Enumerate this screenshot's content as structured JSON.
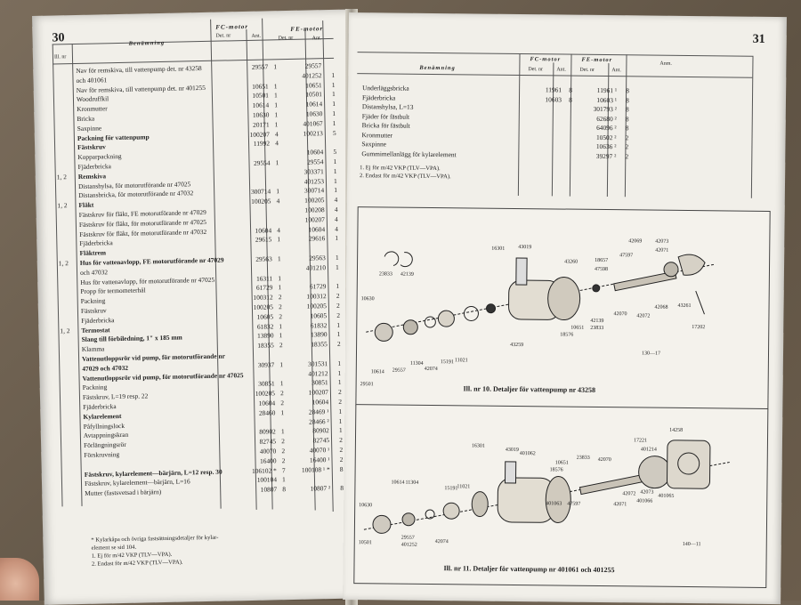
{
  "left_page": {
    "page_number": "30",
    "column_headers": {
      "ill_nr": "Ill. nr",
      "benamning": "Benämning",
      "fc_motor": "FC-motor",
      "fe_motor": "FE-motor",
      "det_nr": "Det. nr",
      "ant": "Ant."
    },
    "rows": [
      {
        "ill": "",
        "name": "Nav för remskiva, till vattenpump det. nr 43258",
        "bold": false,
        "fc_nr": "29557",
        "fc_ant": "1",
        "fe_nr": "29557",
        "fe_ant": ""
      },
      {
        "ill": "",
        "name": "och 401061",
        "bold": false,
        "fc_nr": "",
        "fc_ant": "",
        "fe_nr": "401252",
        "fe_ant": "1"
      },
      {
        "ill": "",
        "name": "Nav för remskiva, till vattenpump det. nr 401255",
        "bold": false,
        "fc_nr": "10651",
        "fc_ant": "1",
        "fe_nr": "10651",
        "fe_ant": "1"
      },
      {
        "ill": "",
        "name": "Woodruffkil",
        "bold": false,
        "fc_nr": "10501",
        "fc_ant": "1",
        "fe_nr": "10501",
        "fe_ant": "1"
      },
      {
        "ill": "",
        "name": "Kronmutter",
        "bold": false,
        "fc_nr": "10614",
        "fc_ant": "1",
        "fe_nr": "10614",
        "fe_ant": "1"
      },
      {
        "ill": "",
        "name": "Bricka",
        "bold": false,
        "fc_nr": "10630",
        "fc_ant": "1",
        "fe_nr": "10630",
        "fe_ant": "1"
      },
      {
        "ill": "",
        "name": "Saxpinne",
        "bold": false,
        "fc_nr": "20171",
        "fc_ant": "1",
        "fe_nr": "401067",
        "fe_ant": "1"
      },
      {
        "ill": "",
        "name": "Packning för vattenpump",
        "bold": true,
        "fc_nr": "100207",
        "fc_ant": "4",
        "fe_nr": "100213",
        "fe_ant": "5"
      },
      {
        "ill": "",
        "name": "Fästskruv",
        "bold": true,
        "fc_nr": "11992",
        "fc_ant": "4",
        "fe_nr": "",
        "fe_ant": ""
      },
      {
        "ill": "",
        "name": "Kopparpackning",
        "bold": false,
        "fc_nr": "",
        "fc_ant": "",
        "fe_nr": "10604",
        "fe_ant": "5"
      },
      {
        "ill": "",
        "name": "Fjäderbricka",
        "bold": false,
        "fc_nr": "29554",
        "fc_ant": "1",
        "fe_nr": "29554",
        "fe_ant": "1"
      },
      {
        "ill": "1, 2",
        "name": "Remskiva",
        "bold": true,
        "fc_nr": "",
        "fc_ant": "",
        "fe_nr": "303371",
        "fe_ant": "1"
      },
      {
        "ill": "",
        "name": "Distanshylsa, för motorutförande nr 47025",
        "bold": false,
        "fc_nr": "",
        "fc_ant": "",
        "fe_nr": "401253",
        "fe_ant": "1"
      },
      {
        "ill": "",
        "name": "Distansbricka, för motorutförande nr 47032",
        "bold": false,
        "fc_nr": "300714",
        "fc_ant": "1",
        "fe_nr": "300714",
        "fe_ant": "1"
      },
      {
        "ill": "1, 2",
        "name": "Fläkt",
        "bold": true,
        "fc_nr": "100205",
        "fc_ant": "4",
        "fe_nr": "100205",
        "fe_ant": "4"
      },
      {
        "ill": "",
        "name": "Fästskruv för fläkt, FE motorutförande nr 47029",
        "bold": false,
        "fc_nr": "",
        "fc_ant": "",
        "fe_nr": "100208",
        "fe_ant": "4"
      },
      {
        "ill": "",
        "name": "Fästskruv för fläkt, för motorutförande nr 47025",
        "bold": false,
        "fc_nr": "",
        "fc_ant": "",
        "fe_nr": "100207",
        "fe_ant": "4"
      },
      {
        "ill": "",
        "name": "Fästskruv för fläkt, för motorutförande nr 47032",
        "bold": false,
        "fc_nr": "10604",
        "fc_ant": "4",
        "fe_nr": "10604",
        "fe_ant": "4"
      },
      {
        "ill": "",
        "name": "Fjäderbricka",
        "bold": false,
        "fc_nr": "29615",
        "fc_ant": "1",
        "fe_nr": "29616",
        "fe_ant": "1"
      },
      {
        "ill": "",
        "name": "Fläktrem",
        "bold": true,
        "fc_nr": "",
        "fc_ant": "",
        "fe_nr": "",
        "fe_ant": ""
      },
      {
        "ill": "1, 2",
        "name": "Hus för vattenavlopp, FE motorutförande nr 47029",
        "bold": true,
        "fc_nr": "29563",
        "fc_ant": "1",
        "fe_nr": "29563",
        "fe_ant": "1"
      },
      {
        "ill": "",
        "name": "och 47032",
        "bold": false,
        "fc_nr": "",
        "fc_ant": "",
        "fe_nr": "401210",
        "fe_ant": "1"
      },
      {
        "ill": "",
        "name": "Hus för vattenavlopp, för motorutförande nr 47025",
        "bold": false,
        "fc_nr": "16311",
        "fc_ant": "1",
        "fe_nr": "",
        "fe_ant": ""
      },
      {
        "ill": "",
        "name": "Propp för termometerhål",
        "bold": false,
        "fc_nr": "61729",
        "fc_ant": "1",
        "fe_nr": "61729",
        "fe_ant": "1"
      },
      {
        "ill": "",
        "name": "Packning",
        "bold": false,
        "fc_nr": "100312",
        "fc_ant": "2",
        "fe_nr": "100312",
        "fe_ant": "2"
      },
      {
        "ill": "",
        "name": "Fästskruv",
        "bold": false,
        "fc_nr": "100205",
        "fc_ant": "2",
        "fe_nr": "100205",
        "fe_ant": "2"
      },
      {
        "ill": "",
        "name": "Fjäderbricka",
        "bold": false,
        "fc_nr": "10605",
        "fc_ant": "2",
        "fe_nr": "10605",
        "fe_ant": "2"
      },
      {
        "ill": "1, 2",
        "name": "Termostat",
        "bold": true,
        "fc_nr": "61832",
        "fc_ant": "1",
        "fe_nr": "61832",
        "fe_ant": "1"
      },
      {
        "ill": "",
        "name": "Slang till förbiledning, 1\" x 185 mm",
        "bold": true,
        "fc_nr": "13890",
        "fc_ant": "1",
        "fe_nr": "13890",
        "fe_ant": "1"
      },
      {
        "ill": "",
        "name": "Klamma",
        "bold": false,
        "fc_nr": "18355",
        "fc_ant": "2",
        "fe_nr": "18355",
        "fe_ant": "2"
      },
      {
        "ill": "",
        "name": "Vattenutloppsrör vid pump, för motorutförande nr",
        "bold": true,
        "fc_nr": "",
        "fc_ant": "",
        "fe_nr": "",
        "fe_ant": ""
      },
      {
        "ill": "",
        "name": "47029 och 47032",
        "bold": true,
        "fc_nr": "30937",
        "fc_ant": "1",
        "fe_nr": "301531",
        "fe_ant": "1"
      },
      {
        "ill": "",
        "name": "Vattenutloppsrör vid pump, för motorutförande nr 47025",
        "bold": true,
        "fc_nr": "",
        "fc_ant": "",
        "fe_nr": "401212",
        "fe_ant": "1"
      },
      {
        "ill": "",
        "name": "Packning",
        "bold": false,
        "fc_nr": "30851",
        "fc_ant": "1",
        "fe_nr": "30851",
        "fe_ant": "1"
      },
      {
        "ill": "",
        "name": "Fästskruv, L=19 resp. 22",
        "bold": false,
        "fc_nr": "100205",
        "fc_ant": "2",
        "fe_nr": "100207",
        "fe_ant": "2"
      },
      {
        "ill": "",
        "name": "Fjäderbricka",
        "bold": false,
        "fc_nr": "10604",
        "fc_ant": "2",
        "fe_nr": "10604",
        "fe_ant": "2"
      },
      {
        "ill": "",
        "name": "Kylarelement",
        "bold": true,
        "fc_nr": "28460",
        "fc_ant": "1",
        "fe_nr": "28469 ¹",
        "fe_ant": "1"
      },
      {
        "ill": "",
        "name": "Påfyllningslock",
        "bold": false,
        "fc_nr": "",
        "fc_ant": "",
        "fe_nr": "28466 ²",
        "fe_ant": "1"
      },
      {
        "ill": "",
        "name": "Avtappningskran",
        "bold": false,
        "fc_nr": "80902",
        "fc_ant": "1",
        "fe_nr": "80902",
        "fe_ant": "1"
      },
      {
        "ill": "",
        "name": "Förlängningsrör",
        "bold": false,
        "fc_nr": "82745",
        "fc_ant": "2",
        "fe_nr": "82745",
        "fe_ant": "2"
      },
      {
        "ill": "",
        "name": "Förskruvning",
        "bold": false,
        "fc_nr": "40070",
        "fc_ant": "2",
        "fe_nr": "40070 ¹",
        "fe_ant": "2"
      },
      {
        "ill": "",
        "name": "",
        "bold": false,
        "fc_nr": "16400",
        "fc_ant": "2",
        "fe_nr": "16400 ¹",
        "fe_ant": "2"
      },
      {
        "ill": "",
        "name": "Fästskruv, kylarelement—bärjärn, L=12 resp. 30",
        "bold": true,
        "fc_nr": "106102 *",
        "fc_ant": "7",
        "fe_nr": "100108 ¹ *",
        "fe_ant": "8"
      },
      {
        "ill": "",
        "name": "Fästskruv, kylarelement—bärjärn, L=16",
        "bold": false,
        "fc_nr": "100104",
        "fc_ant": "1",
        "fe_nr": "",
        "fe_ant": ""
      },
      {
        "ill": "",
        "name": "Mutter (fastsvetsad i bärjärn)",
        "bold": false,
        "fc_nr": "10807",
        "fc_ant": "8",
        "fe_nr": "10807 ²",
        "fe_ant": "8"
      }
    ],
    "notes": [
      "* Kylarkåpa och övriga fastsättningsdetaljer för kylar-",
      "element se sid 104.",
      "1. Ej för m/42 VKP (TLV—VPA).",
      "2. Endast för m/42 VKP (TLV—VPA)."
    ]
  },
  "right_page": {
    "page_number": "31",
    "column_headers": {
      "benamning": "Benämning",
      "fc_motor": "FC-motor",
      "fe_motor": "FE-motor",
      "det_nr": "Det. nr",
      "ant": "Ant.",
      "anm": "Anm."
    },
    "rows": [
      {
        "name": "Underläggsbricka",
        "fc_nr": "11961",
        "fc_ant": "8",
        "fe_nr": "11961 ¹",
        "fe_ant": "8"
      },
      {
        "name": "Fjäderbricka",
        "fc_nr": "10603",
        "fc_ant": "8",
        "fe_nr": "10603 ¹",
        "fe_ant": "8"
      },
      {
        "name": "Distanshylsa, L=13",
        "fc_nr": "",
        "fc_ant": "",
        "fe_nr": "301793 ²",
        "fe_ant": "8"
      },
      {
        "name": "Fjäder för fästbult",
        "fc_nr": "",
        "fc_ant": "",
        "fe_nr": "62680 ²",
        "fe_ant": "8"
      },
      {
        "name": "Bricka för fästbult",
        "fc_nr": "",
        "fc_ant": "",
        "fe_nr": "64096 ²",
        "fe_ant": "8"
      },
      {
        "name": "Kronmutter",
        "fc_nr": "",
        "fc_ant": "",
        "fe_nr": "10502 ²",
        "fe_ant": "2"
      },
      {
        "name": "Saxpinne",
        "fc_nr": "",
        "fc_ant": "",
        "fe_nr": "10636 ²",
        "fe_ant": "2"
      },
      {
        "name": "Gummimellanlägg för kylarelement",
        "fc_nr": "",
        "fc_ant": "",
        "fe_nr": "39297 ²",
        "fe_ant": "2"
      }
    ],
    "notes": [
      "1. Ej för m/42 VKP (TLV—VPA).",
      "2. Endast för m/42 VKP (TLV—VPA)."
    ],
    "figure1": {
      "caption": "Ill. nr 10.  Detaljer för vattenpump nr 43258",
      "code": "130—17",
      "labels": [
        "16301",
        "43019",
        "42069",
        "42073",
        "23833",
        "42139",
        "43260",
        "18657",
        "47598",
        "47597",
        "42071",
        "10630",
        "18576",
        "10651",
        "42139",
        "23833",
        "42070",
        "42072",
        "42068",
        "43261",
        "17202",
        "43259",
        "11021",
        "15191",
        "42074",
        "11304",
        "29557",
        "10614",
        "29501"
      ]
    },
    "figure2": {
      "caption": "Ill. nr 11.  Detaljer för vattenpump nr 401061 och 401255",
      "code": "140—11",
      "labels": [
        "16301",
        "43019",
        "401062",
        "10651",
        "18576",
        "23833",
        "42070",
        "17221",
        "401214",
        "14258",
        "42073",
        "42072",
        "401066",
        "401065",
        "401063",
        "47597",
        "42071",
        "15191",
        "11021",
        "11304",
        "10614",
        "10630",
        "42074",
        "29557",
        "401252",
        "10501"
      ]
    }
  }
}
